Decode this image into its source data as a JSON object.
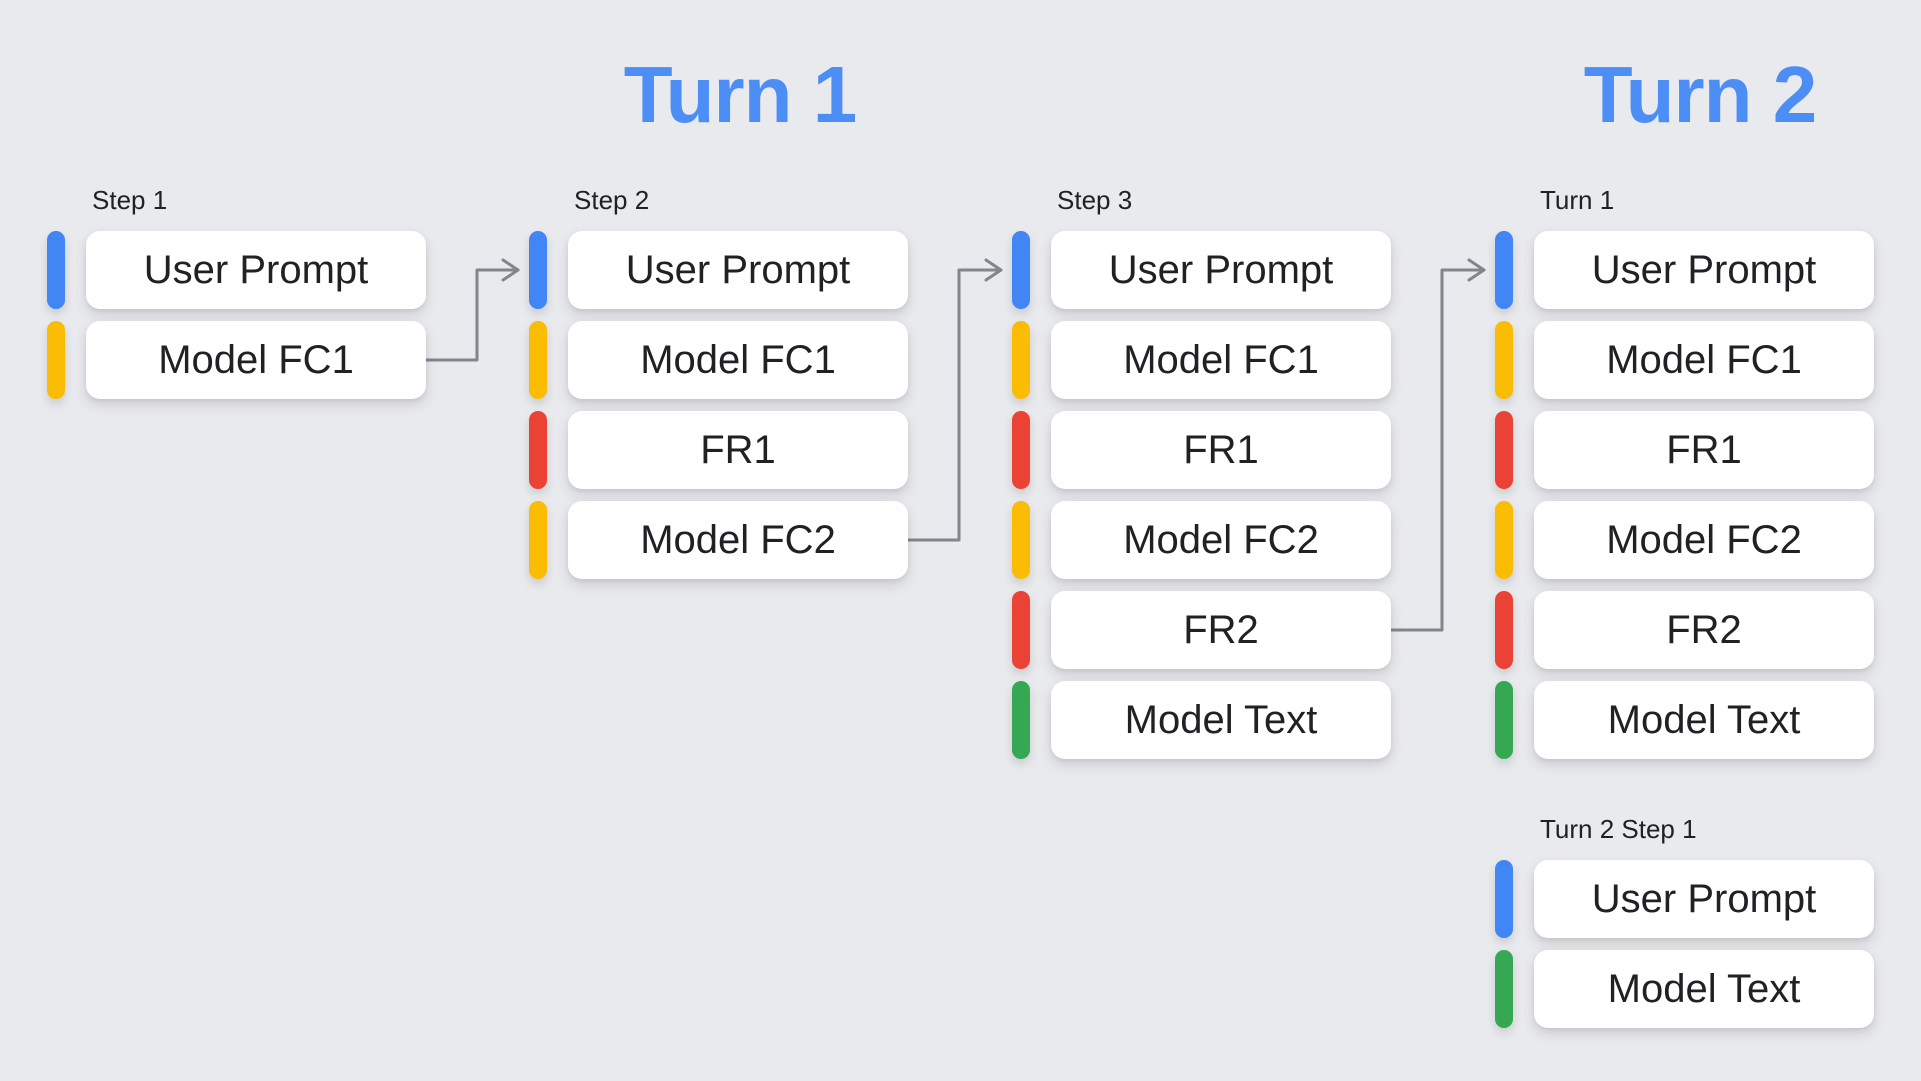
{
  "palette": {
    "background": "#E9EAED",
    "box_bg": "#FFFFFF",
    "text": "#202124",
    "title": "#4C8DF6",
    "arrow": "#80868B",
    "blue": "#4285F4",
    "yellow": "#FBBC04",
    "red": "#EA4335",
    "green": "#34A853"
  },
  "titles": {
    "turn1": "Turn 1",
    "turn2": "Turn 2"
  },
  "columns": [
    {
      "label": "Step 1",
      "items": [
        {
          "text": "User Prompt",
          "color": "blue"
        },
        {
          "text": "Model FC1",
          "color": "yellow"
        }
      ]
    },
    {
      "label": "Step 2",
      "items": [
        {
          "text": "User Prompt",
          "color": "blue"
        },
        {
          "text": "Model FC1",
          "color": "yellow"
        },
        {
          "text": "FR1",
          "color": "red"
        },
        {
          "text": "Model FC2",
          "color": "yellow"
        }
      ]
    },
    {
      "label": "Step 3",
      "items": [
        {
          "text": "User Prompt",
          "color": "blue"
        },
        {
          "text": "Model FC1",
          "color": "yellow"
        },
        {
          "text": "FR1",
          "color": "red"
        },
        {
          "text": "Model FC2",
          "color": "yellow"
        },
        {
          "text": "FR2",
          "color": "red"
        },
        {
          "text": "Model Text",
          "color": "green"
        }
      ]
    },
    {
      "label": "Turn 1",
      "items": [
        {
          "text": "User Prompt",
          "color": "blue"
        },
        {
          "text": "Model FC1",
          "color": "yellow"
        },
        {
          "text": "FR1",
          "color": "red"
        },
        {
          "text": "Model FC2",
          "color": "yellow"
        },
        {
          "text": "FR2",
          "color": "red"
        },
        {
          "text": "Model Text",
          "color": "green"
        }
      ]
    },
    {
      "label": "Turn 2 Step 1",
      "items": [
        {
          "text": "User Prompt",
          "color": "blue"
        },
        {
          "text": "Model Text",
          "color": "green"
        }
      ]
    }
  ],
  "arrows": [
    {
      "from_column": 0,
      "from_item": 1,
      "to_column": 1,
      "to_item": 0
    },
    {
      "from_column": 1,
      "from_item": 3,
      "to_column": 2,
      "to_item": 0
    },
    {
      "from_column": 2,
      "from_item": 4,
      "to_column": 3,
      "to_item": 0
    }
  ]
}
